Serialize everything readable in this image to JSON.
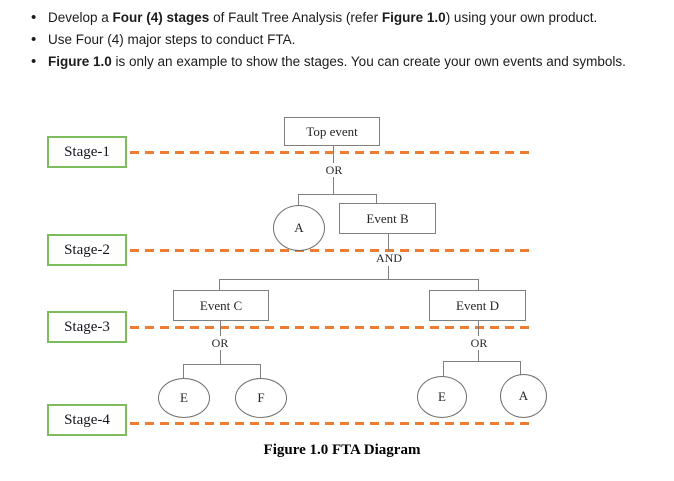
{
  "bullets": [
    {
      "runs": [
        "Develop a ",
        "Four (4) stages",
        " of Fault Tree Analysis (refer ",
        "Figure 1.0",
        ") using your own product."
      ]
    },
    {
      "runs": [
        "Use Four (4) major steps to conduct FTA."
      ]
    },
    {
      "runs": [
        "Figure 1.0",
        " is only an example to show the stages. You can create your own events and symbols."
      ]
    }
  ],
  "diagram": {
    "top_event_label": "Top event",
    "gate_top": "OR",
    "gate_and": "AND",
    "gate_left": "OR",
    "gate_right": "OR",
    "event_b": "Event B",
    "event_c": "Event C",
    "event_d": "Event D",
    "basic_a1": "A",
    "basic_e1": "E",
    "basic_f1": "F",
    "basic_e2": "E",
    "basic_a2": "A",
    "stages": [
      "Stage-1",
      "Stage-2",
      "Stage-3",
      "Stage-4"
    ],
    "caption": "Figure 1.0 FTA Diagram"
  },
  "colors": {
    "stage_border_green": "#7DBB5D",
    "dashed_line_orange": "#ED7D31",
    "connector_gray": "#7F7F7F"
  }
}
